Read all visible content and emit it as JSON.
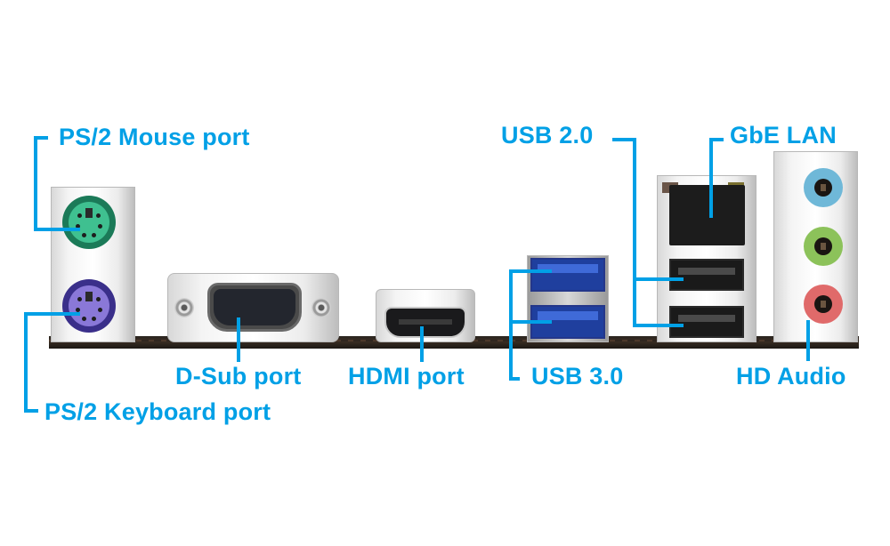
{
  "diagram": {
    "title": "Motherboard rear I/O panel",
    "accent_color": "#00a0e6",
    "callouts": [
      {
        "id": "ps2-mouse",
        "label": "PS/2 Mouse port",
        "port_color": "#2fa77d"
      },
      {
        "id": "ps2-keyboard",
        "label": "PS/2 Keyboard port",
        "port_color": "#6e5bb8"
      },
      {
        "id": "d-sub",
        "label": "D-Sub port"
      },
      {
        "id": "hdmi",
        "label": "HDMI port"
      },
      {
        "id": "usb3",
        "label": "USB 3.0",
        "port_color": "#2a55c8"
      },
      {
        "id": "usb2",
        "label": "USB 2.0"
      },
      {
        "id": "lan",
        "label": "GbE LAN"
      },
      {
        "id": "audio",
        "label": "HD Audio",
        "jack_colors": [
          "#6fb8d8",
          "#8cc25a",
          "#e06a6a"
        ]
      }
    ]
  }
}
